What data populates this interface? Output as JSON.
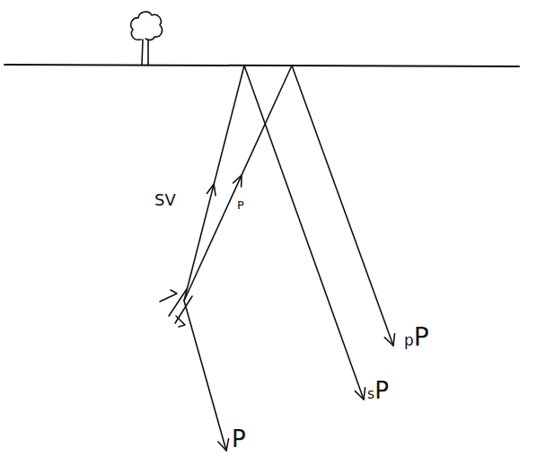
{
  "diagram": {
    "labels": [
      "SV",
      "P",
      "P",
      "sP",
      "pP"
    ]
  }
}
